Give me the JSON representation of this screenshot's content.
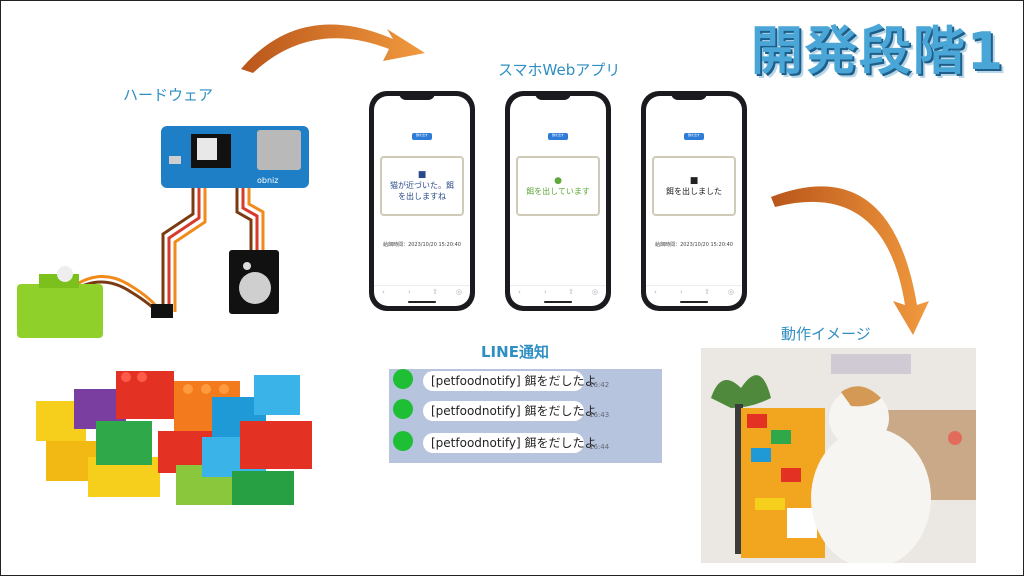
{
  "title": "開発段階1",
  "hardware": {
    "label": "ハードウェア",
    "board_text": "obniz"
  },
  "webapp": {
    "label": "スマホWebアプリ",
    "button_label": "餌を出す",
    "phones": [
      {
        "message_line1": "猫が近づいた。餌",
        "message_line2": "を出しますね",
        "time": "給餌時間：2023/10/20 15:20:40",
        "text_color": "#2b4a8a",
        "icon": "cat-icon"
      },
      {
        "message_line1": "餌を出しています",
        "message_line2": "",
        "time": "",
        "text_color": "#5fa83a",
        "icon": "food-icon"
      },
      {
        "message_line1": "餌を出しました",
        "message_line2": "",
        "time": "給餌時間：2023/10/20 15:20:40",
        "text_color": "#222222",
        "icon": "square-icon"
      }
    ]
  },
  "line": {
    "label": "LINE通知",
    "messages": [
      {
        "text": "[petfoodnotify] 餌をだしたよ",
        "time": "16:42"
      },
      {
        "text": "[petfoodnotify] 餌をだしたよ",
        "time": "16:43"
      },
      {
        "text": "[petfoodnotify] 餌をだしたよ",
        "time": "16:44"
      }
    ]
  },
  "demo": {
    "label": "動作イメージ"
  },
  "colors": {
    "accent": "#4aa6d6",
    "arrow": "#e07a1e",
    "line_green": "#1fbf35"
  }
}
